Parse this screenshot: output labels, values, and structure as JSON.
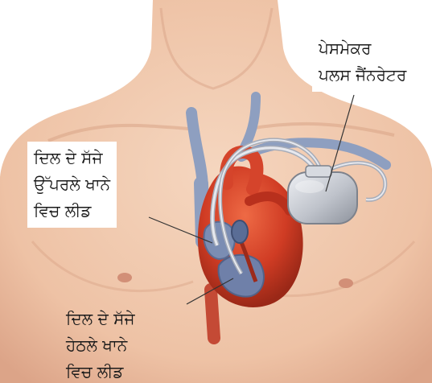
{
  "labels": {
    "pacemaker": {
      "line1": "ਪੇਸਮੇਕਰ",
      "line2": "ਪਲਸ ਜੈਂਨਰੇਟਰ"
    },
    "right_atrium_lead": {
      "line1": "ਦਿਲ ਦੇ ਸੱਜੇ",
      "line2": "ਉੱਪਰਲੇ ਖਾਨੇ",
      "line3": "ਵਿਚ ਲੀਡ"
    },
    "right_ventricle_lead": {
      "line1": "ਦਿਲ ਦੇ ਸੱਜੇ",
      "line2": "ਹੇਠਲੇ ਖਾਨੇ",
      "line3": "ਵਿਚ ਲੀਡ"
    }
  },
  "colors": {
    "skin": "#efc7ab",
    "skin_shadow": "#d9a487",
    "vein": "#8e9fc0",
    "heart": "#d8432b",
    "heart_dark": "#9c2a1a",
    "device": "#c9ccd3",
    "lead_wire": "#e6e8ee"
  }
}
